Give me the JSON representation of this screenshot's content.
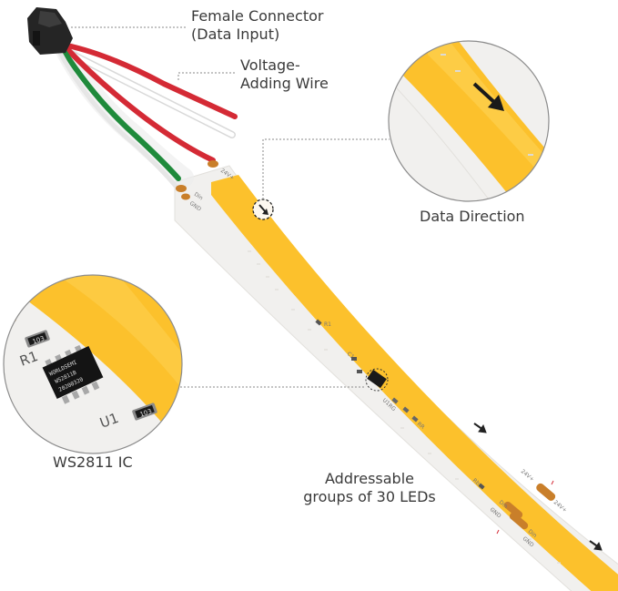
{
  "callouts": {
    "female_connector": [
      "Female Connector",
      "(Data Input)"
    ],
    "voltage_wire": [
      "Voltage-",
      "Adding Wire"
    ],
    "data_direction": "Data Direction",
    "ic": "WS2811 IC",
    "led_groups": [
      "Addressable",
      "groups of 30 LEDs"
    ]
  },
  "strip_silkscreen": {
    "power_top": "24V+",
    "data_top": "Din",
    "gnd_top": "GND",
    "r1": "R1",
    "c1": "C1",
    "u1": "U1",
    "rg": "RG",
    "rr": "RR",
    "rb": "Rb",
    "power_mid": "24V+",
    "data_mid": "Din",
    "gnd_mid": "GND",
    "power_mid2": "24V+",
    "data_mid2": "Din",
    "gnd_mid2": "GND"
  },
  "zoom_ic": {
    "r1_label": "R1",
    "u1_label": "U1",
    "resistor_code": "103",
    "chip_lines": [
      "WORLDSEMI",
      "WS2811B",
      "20200320"
    ]
  },
  "colors": {
    "strip_base": "#f1f0ee",
    "led_yellow": "#fcc12c",
    "red_wire": "#d42a35",
    "green_wire": "#1f8a3b",
    "connector": "#252525",
    "leader": "#8a8a8a"
  }
}
